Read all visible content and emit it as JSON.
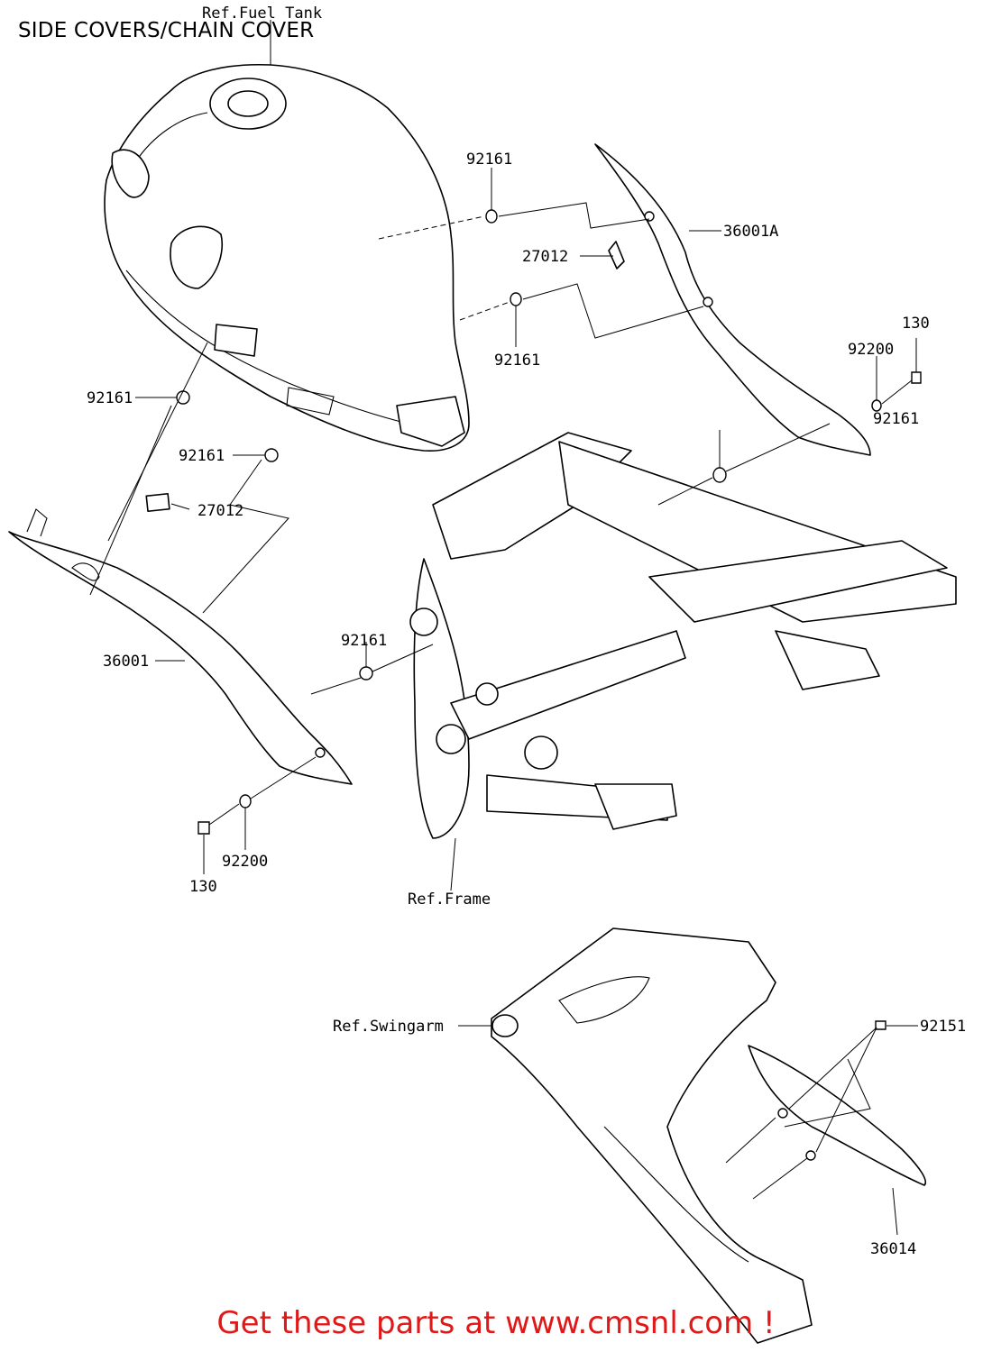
{
  "title": "SIDE COVERS/CHAIN COVER",
  "footer": "Get these parts at www.cmsnl.com !",
  "labels": {
    "ref_fuel_tank": "Ref.Fuel Tank",
    "ref_frame": "Ref.Frame",
    "ref_swingarm": "Ref.Swingarm",
    "p92161_a": "92161",
    "p36001A": "36001A",
    "p27012_a": "27012",
    "p92161_b": "92161",
    "p130_a": "130",
    "p92200_a": "92200",
    "p92161_c": "92161",
    "p92161_d": "92161",
    "p92161_e": "92161",
    "p27012_b": "27012",
    "p36001": "36001",
    "p92161_f": "92161",
    "p130_b": "130",
    "p92200_b": "92200",
    "p92151": "92151",
    "p36014": "36014"
  }
}
